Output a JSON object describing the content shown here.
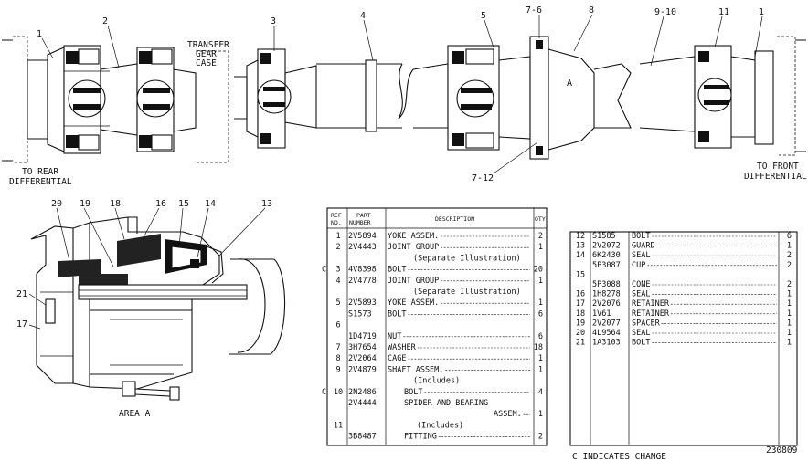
{
  "callouts": {
    "top": [
      "1",
      "2",
      "3",
      "4",
      "5",
      "7-6",
      "8",
      "9-10",
      "11",
      "1",
      "7-12"
    ],
    "area": [
      "20",
      "19",
      "18",
      "16",
      "15",
      "14",
      "13",
      "21",
      "17"
    ]
  },
  "labels": {
    "transfer_case": [
      "TRANSFER",
      "GEAR",
      "CASE"
    ],
    "rear": [
      "TO REAR",
      "DIFFERENTIAL"
    ],
    "front": [
      "TO FRONT",
      "DIFFERENTIAL"
    ],
    "area_letter": "A",
    "area_caption": "AREA A"
  },
  "parts_table": {
    "headers": {
      "ref": [
        "REF",
        "NO."
      ],
      "part": [
        "PART",
        "NUMBER"
      ],
      "desc": "DESCRIPTION",
      "qty": "QTY"
    },
    "left_rows": [
      {
        "c": "",
        "ref": "1",
        "part": "2V5894",
        "desc": "YOKE ASSEM.",
        "qty": "2"
      },
      {
        "c": "",
        "ref": "2",
        "part": "2V4443",
        "desc": "JOINT GROUP",
        "qty": "1"
      },
      {
        "c": "",
        "ref": "",
        "part": "",
        "desc": "(Separate Illustration)",
        "qty": ""
      },
      {
        "c": "C",
        "ref": "3",
        "part": "4V8398",
        "desc": "BOLT",
        "qty": "20"
      },
      {
        "c": "",
        "ref": "4",
        "part": "2V4778",
        "desc": "JOINT GROUP",
        "qty": "1"
      },
      {
        "c": "",
        "ref": "",
        "part": "",
        "desc": "(Separate Illustration)",
        "qty": ""
      },
      {
        "c": "",
        "ref": "5",
        "part": "2V5893",
        "desc": "YOKE ASSEM.",
        "qty": "1"
      },
      {
        "c": "",
        "ref": "",
        "part": "S1573",
        "desc": "BOLT",
        "qty": "6"
      },
      {
        "c": "",
        "ref": "6",
        "part": "",
        "desc": "",
        "qty": ""
      },
      {
        "c": "",
        "ref": "",
        "part": "1D4719",
        "desc": "NUT",
        "qty": "6"
      },
      {
        "c": "",
        "ref": "7",
        "part": "3H7654",
        "desc": "WASHER",
        "qty": "18"
      },
      {
        "c": "",
        "ref": "8",
        "part": "2V2064",
        "desc": "CAGE",
        "qty": "1"
      },
      {
        "c": "",
        "ref": "9",
        "part": "2V4879",
        "desc": "SHAFT ASSEM.",
        "qty": "1"
      },
      {
        "c": "",
        "ref": "",
        "part": "",
        "desc": "(Includes)",
        "qty": ""
      },
      {
        "c": "C",
        "ref": "10",
        "part": "2N2486",
        "desc": "BOLT",
        "qty": "4"
      },
      {
        "c": "",
        "ref": "",
        "part": "2V4444",
        "desc": "SPIDER AND BEARING",
        "qty": ""
      },
      {
        "c": "",
        "ref": "",
        "part": "",
        "desc": "ASSEM.",
        "qty": "1"
      },
      {
        "c": "",
        "ref": "11",
        "part": "",
        "desc": "(Includes)",
        "qty": ""
      },
      {
        "c": "",
        "ref": "",
        "part": "3B8487",
        "desc": "FITTING",
        "qty": "2"
      }
    ],
    "right_rows": [
      {
        "ref": "12",
        "part": "S1585",
        "desc": "BOLT",
        "qty": "6"
      },
      {
        "ref": "13",
        "part": "2V2072",
        "desc": "GUARD",
        "qty": "1"
      },
      {
        "ref": "14",
        "part": "6K2430",
        "desc": "SEAL",
        "qty": "2"
      },
      {
        "ref": "",
        "part": "5P3087",
        "desc": "CUP",
        "qty": "2"
      },
      {
        "ref": "15",
        "part": "",
        "desc": "",
        "qty": ""
      },
      {
        "ref": "",
        "part": "5P3088",
        "desc": "CONE",
        "qty": "2"
      },
      {
        "ref": "16",
        "part": "1H8278",
        "desc": "SEAL",
        "qty": "1"
      },
      {
        "ref": "17",
        "part": "2V2076",
        "desc": "RETAINER",
        "qty": "1"
      },
      {
        "ref": "18",
        "part": "1V61",
        "desc": "RETAINER",
        "qty": "1"
      },
      {
        "ref": "19",
        "part": "2V2077",
        "desc": "SPACER",
        "qty": "1"
      },
      {
        "ref": "20",
        "part": "4L9564",
        "desc": "SEAL",
        "qty": "1"
      },
      {
        "ref": "21",
        "part": "1A3103",
        "desc": "BOLT",
        "qty": "1"
      }
    ],
    "footer_note": "C INDICATES CHANGE",
    "drawing_number": "230809"
  }
}
